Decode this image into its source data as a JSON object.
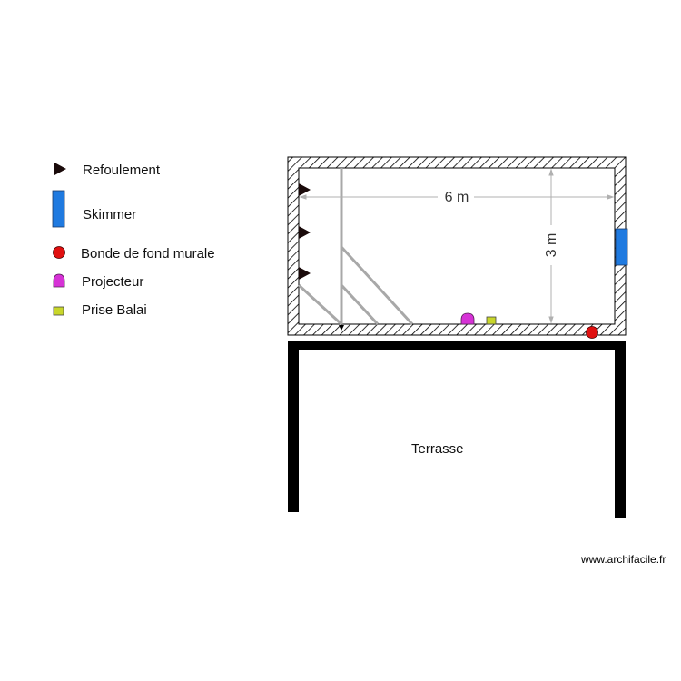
{
  "legend": {
    "items": [
      {
        "label": "Refoulement",
        "icon": "refoulement-triangle-icon"
      },
      {
        "label": "Skimmer",
        "icon": "skimmer-rect-icon"
      },
      {
        "label": "Bonde de fond murale",
        "icon": "bonde-circle-icon"
      },
      {
        "label": "Projecteur",
        "icon": "projecteur-dome-icon"
      },
      {
        "label": "Prise Balai",
        "icon": "prise-balai-square-icon"
      }
    ]
  },
  "pool": {
    "width_dimension": "6 m",
    "height_dimension": "3 m"
  },
  "terrace": {
    "label": "Terrasse"
  },
  "watermark": "www.archifacile.fr",
  "colors": {
    "refoulement": "#1a0a0a",
    "skimmer": "#1f7ae0",
    "bonde": "#e01010",
    "projecteur": "#d632d6",
    "prise_balai": "#c8d62a",
    "stairs": "#a8a8a8",
    "dimension_line": "#b0b0b0",
    "wall": "#000000"
  }
}
